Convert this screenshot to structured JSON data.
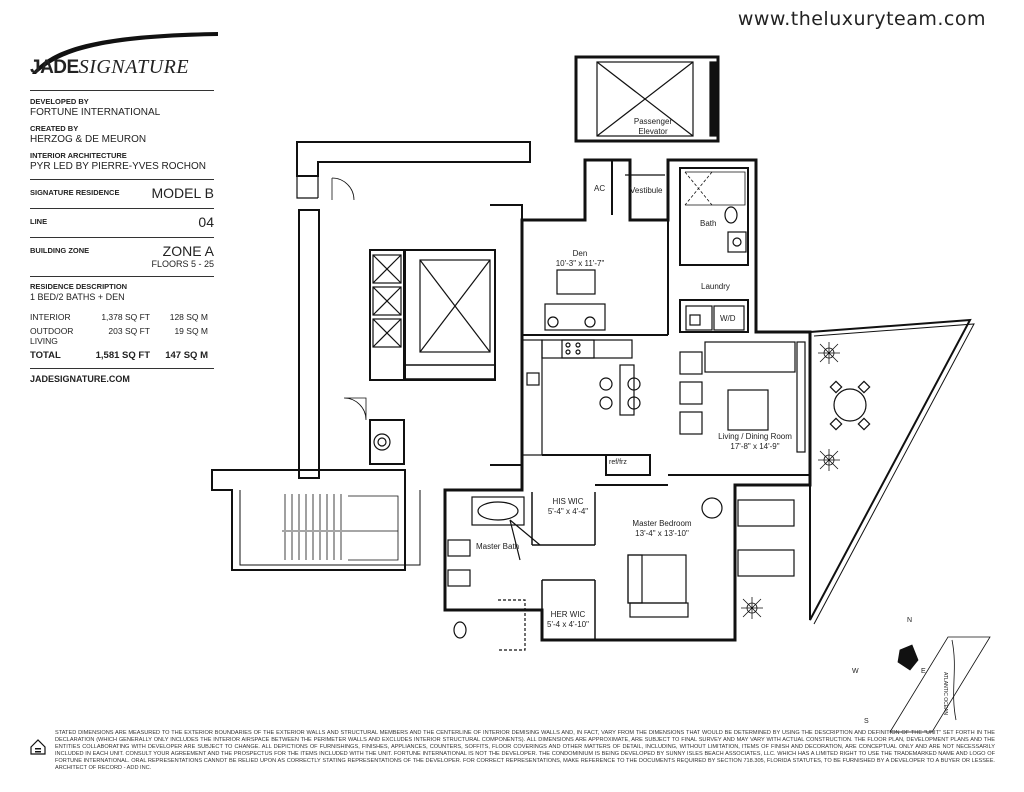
{
  "website": "www.theluxuryteam.com",
  "brand": {
    "bold": "JADE",
    "italic": "SIGNATURE"
  },
  "info": {
    "developed_by_label": "DEVELOPED BY",
    "developed_by": "FORTUNE INTERNATIONAL",
    "created_by_label": "CREATED BY",
    "created_by": "HERZOG & DE MEURON",
    "interior_label": "INTERIOR ARCHITECTURE",
    "interior": "PYR LED BY PIERRE-YVES ROCHON",
    "residence_label": "SIGNATURE RESIDENCE",
    "model": "MODEL B",
    "line_label": "LINE",
    "line": "04",
    "zone_label": "BUILDING ZONE",
    "zone": "ZONE A",
    "floors": "FLOORS 5 - 25",
    "desc_label": "RESIDENCE DESCRIPTION",
    "desc": "1 BED/2 BATHS + DEN",
    "areas": [
      {
        "name": "INTERIOR",
        "sqft": "1,378 SQ FT",
        "sqm": "128 SQ M"
      },
      {
        "name": "OUTDOOR LIVING",
        "sqft": "203 SQ FT",
        "sqm": "19 SQ M"
      }
    ],
    "total": {
      "name": "TOTAL",
      "sqft": "1,581 SQ FT",
      "sqm": "147 SQ M"
    },
    "web": "JADESIGNATURE.COM"
  },
  "rooms": {
    "elevator": [
      "Passenger",
      "Elevator"
    ],
    "ac": "AC",
    "vestibule": "Vestibule",
    "bath": "Bath",
    "den": "Den",
    "den_dim": "10'-3\" x 11'-7\"",
    "laundry": "Laundry",
    "wd": "W/D",
    "living": "Living / Dining Room",
    "living_dim": "17'-8\" x 14'-9\"",
    "reffrz": "ref/frz",
    "his_wic": "HIS WIC",
    "his_dim": "5'-4\" x 4'-4\"",
    "master_bedroom": "Master Bedroom",
    "master_bedroom_dim": "13'-4\" x 13'-10\"",
    "master_bath": "Master Bath",
    "her_wic": "HER WIC",
    "her_dim": "5'-4 x 4'-10\""
  },
  "compass": {
    "n": "N",
    "s": "S",
    "e": "E",
    "w": "W",
    "ocean": "ATLANTIC OCEAN"
  },
  "disclaimer": "STATED DIMENSIONS ARE MEASURED TO THE EXTERIOR BOUNDARIES OF THE EXTERIOR WALLS AND STRUCTURAL MEMBERS AND THE CENTERLINE OF INTERIOR DEMISING WALLS AND, IN FACT, VARY FROM THE DIMENSIONS THAT WOULD BE DETERMINED BY USING THE DESCRIPTION AND DEFINITION OF THE \"UNIT\" SET FORTH IN THE DECLARATION (WHICH GENERALLY ONLY INCLUDES THE INTERIOR AIRSPACE BETWEEN THE PERIMETER WALLS AND EXCLUDES INTERIOR STRUCTURAL COMPONENTS). ALL DIMENSIONS ARE APPROXIMATE, ARE SUBJECT TO FINAL SURVEY AND MAY VARY WITH ACTUAL CONSTRUCTION. THE FLOOR PLAN, DEVELOPMENT PLANS AND THE ENTITIES COLLABORATING WITH DEVELOPER ARE SUBJECT TO CHANGE. ALL DEPICTIONS OF FURNISHINGS, FINISHES, APPLIANCES, COUNTERS, SOFFITS, FLOOR COVERINGS AND OTHER MATTERS OF DETAIL, INCLUDING, WITHOUT LIMITATION, ITEMS OF FINISH AND DECORATION, ARE CONCEPTUAL ONLY AND ARE NOT NECESSARILY INCLUDED IN EACH UNIT. CONSULT YOUR AGREEMENT AND THE PROSPECTUS FOR THE ITEMS INCLUDED WITH THE UNIT. FORTUNE INTERNATIONAL IS NOT THE DEVELOPER. THE CONDOMINIUM IS BEING DEVELOPED BY SUNNY ISLES BEACH ASSOCIATES, LLC. WHICH HAS A LIMITED RIGHT TO USE THE TRADEMARKED NAME AND LOGO OF FORTUNE INTERNATIONAL. ORAL REPRESENTATIONS CANNOT BE RELIED UPON AS CORRECTLY STATING REPRESENTATIONS OF THE DEVELOPER. FOR CORRECT REPRESENTATIONS, MAKE REFERENCE TO THE DOCUMENTS REQUIRED BY SECTION 718.305, FLORIDA STATUTES, TO BE FURNISHED BY A DEVELOPER TO A BUYER OR LESSEE. ARCHITECT OF RECORD - ADD INC."
}
